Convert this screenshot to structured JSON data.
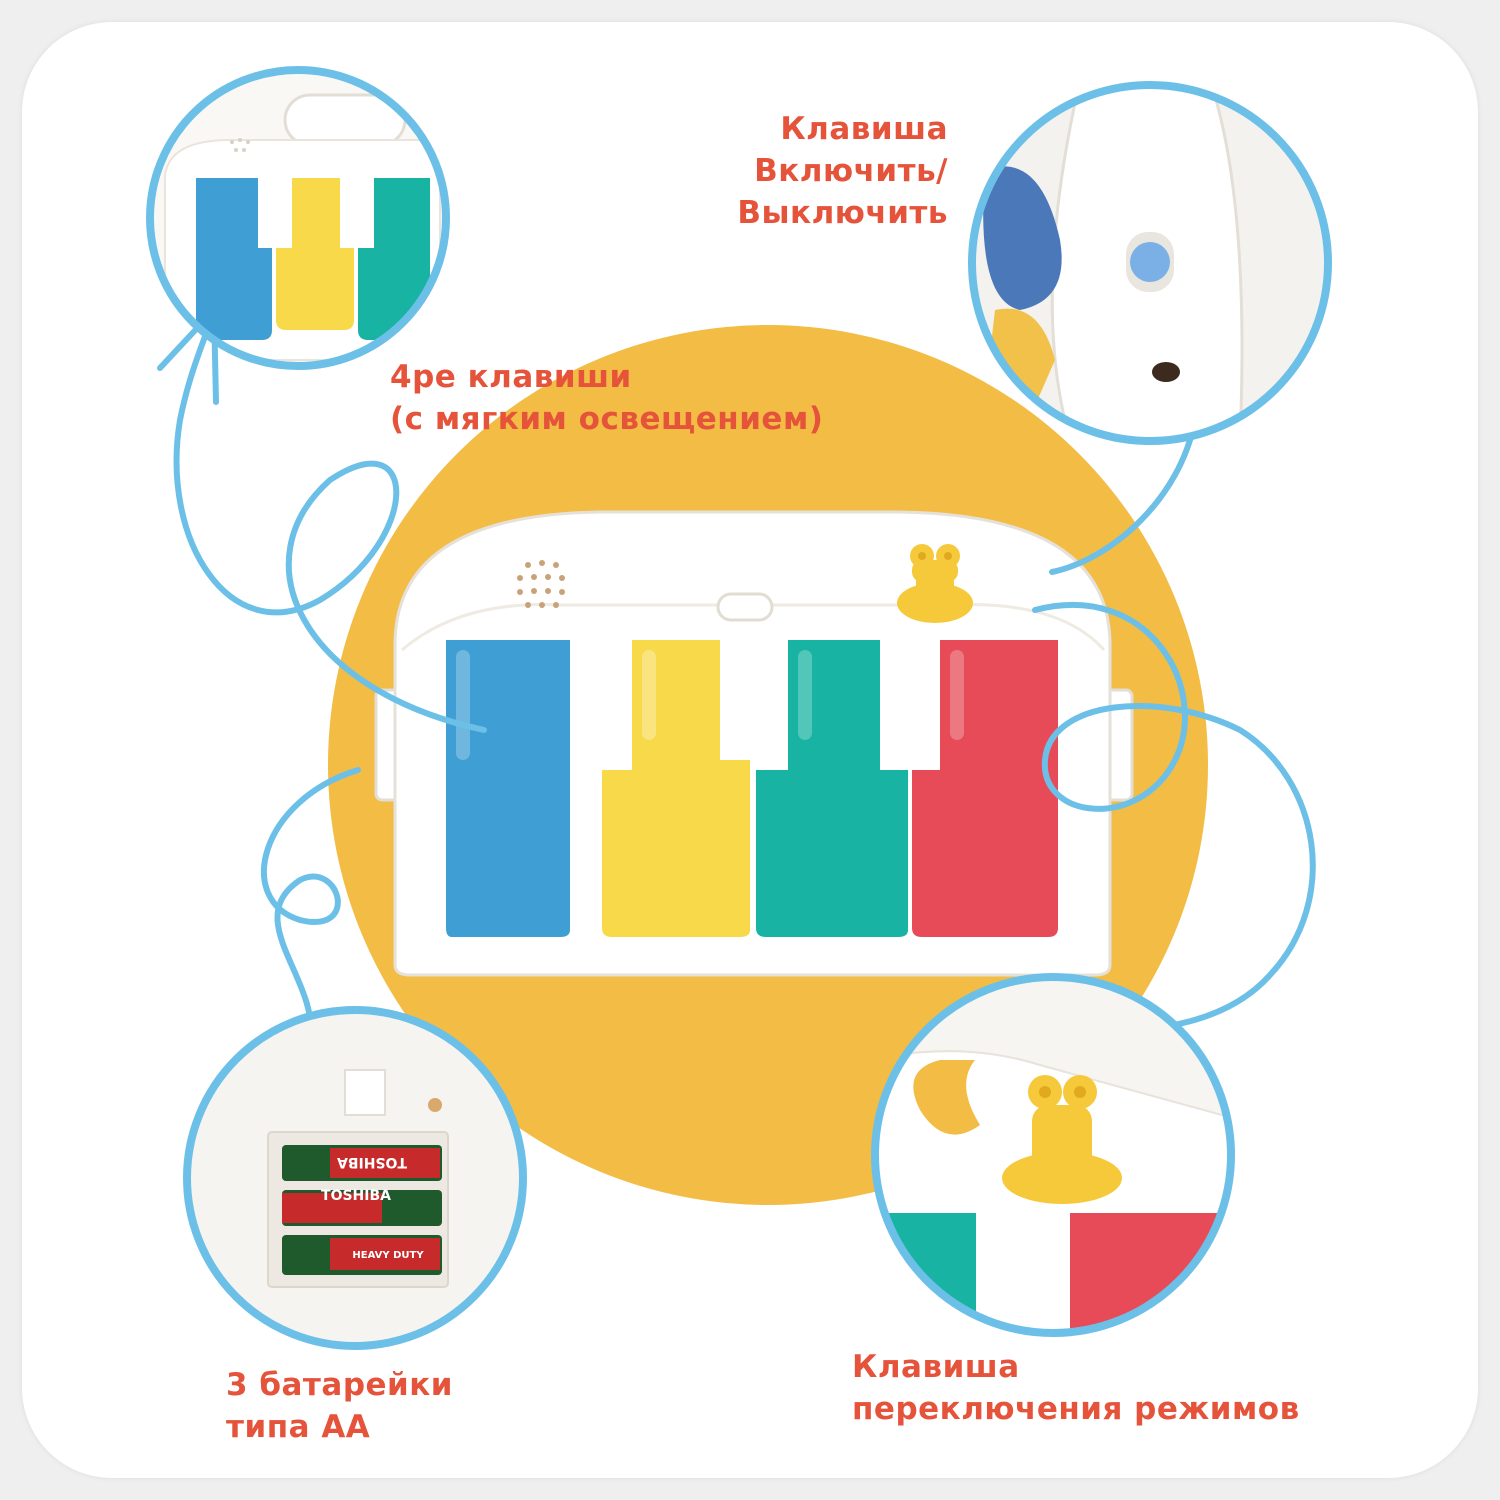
{
  "labels": {
    "keys": [
      "4ре клавиши",
      "(с мягким освещением)"
    ],
    "power": [
      "Клавиша",
      "Включить/",
      "Выключить"
    ],
    "batteries": [
      "3 батарейки",
      "типа АА"
    ],
    "mode": [
      "Клавиша",
      "переключения режимов"
    ]
  },
  "battery_brand": "TOSHIBA",
  "battery_type": "HEAVY DUTY",
  "colors": {
    "accent_text": "#e5533a",
    "circle_outline": "#6cc0e8",
    "backdrop": "#f2bc45",
    "key_blue": "#3f9fd4",
    "key_yellow": "#f7d94a",
    "key_teal": "#18b3a2",
    "key_red": "#e64b57"
  }
}
